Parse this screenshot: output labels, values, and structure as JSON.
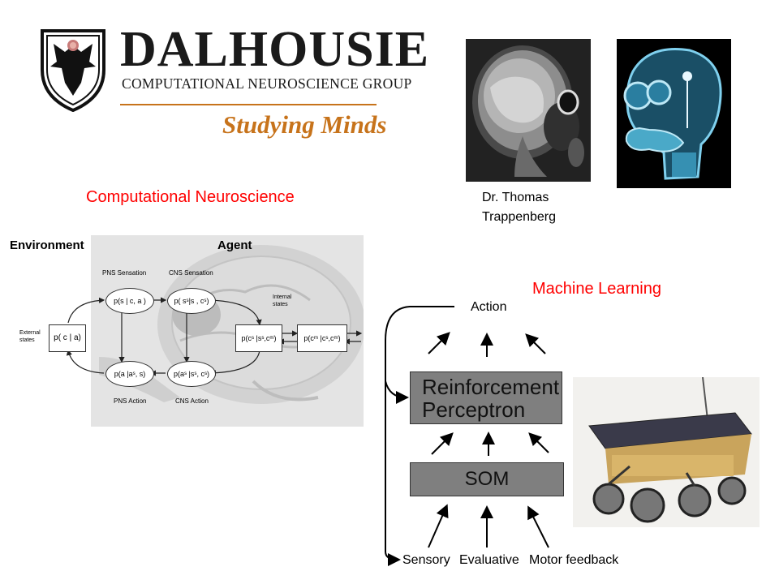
{
  "logo": {
    "wordmark": "DALHOUSIE",
    "subtitle": "COMPUTATIONAL NEUROSCIENCE GROUP",
    "tagline": "Studying Minds",
    "icon": "dalhousie-shield-icon"
  },
  "headings": {
    "computational_neuroscience": "Computational Neuroscience",
    "machine_learning": "Machine Learning",
    "person": "Dr. Thomas Trappenberg"
  },
  "neuro_diagram": {
    "environment": "Environment",
    "agent": "Agent",
    "pns_sensation": "PNS Sensation",
    "cns_sensation": "CNS Sensation",
    "pns_action": "PNS Action",
    "cns_action": "CNS Action",
    "external_states": "External states",
    "internal_states": "Internal states",
    "nodes": {
      "p_c_a": "p( c | a)",
      "p_s_ca": "p(s | c, a )",
      "p_ss_cs": "p( sˢ|s , cˢ)",
      "p_cs_sscm": "p(cˢ |sˢ,cᵐ)",
      "p_cm_cscm": "p(cᵐ |cˢ,cᵐ)",
      "p_a_as": "p(a |aˢ, s)",
      "p_as_sc": "p(aˢ |sˢ, cˢ)"
    }
  },
  "ml_diagram": {
    "action": "Action",
    "reinforcement_1": "Reinforcement",
    "reinforcement_2": "Perceptron",
    "som": "SOM",
    "sensory": "Sensory",
    "evaluative": "Evaluative",
    "motor_feedback": "Motor feedback"
  },
  "colors": {
    "accent_red": "#ff0000",
    "brand_orange": "#c7731b",
    "box_gray": "#7f7f7f"
  }
}
